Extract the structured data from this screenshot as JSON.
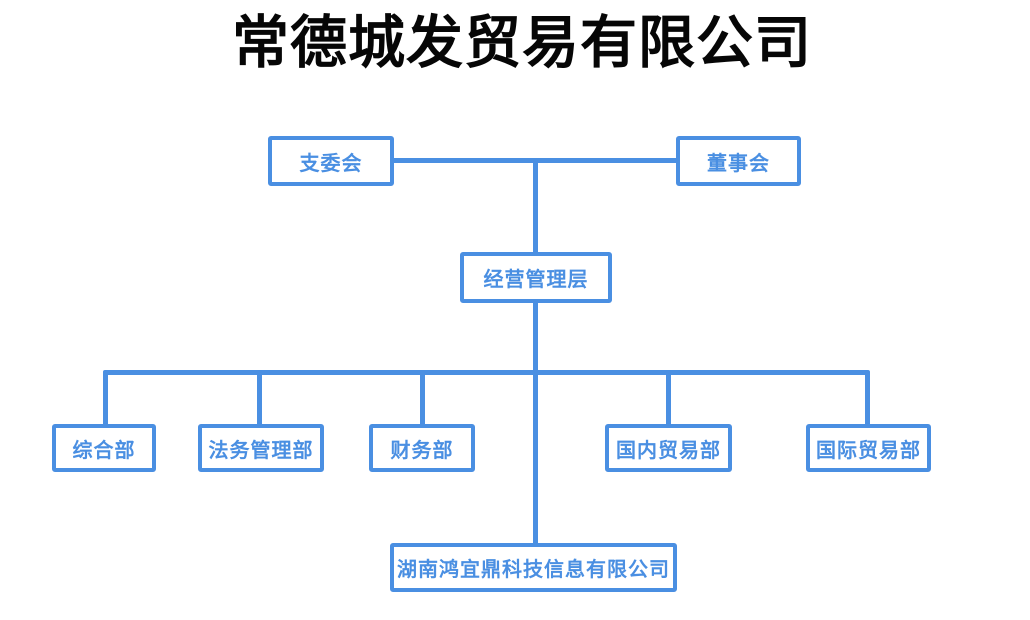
{
  "title": "常德城发贸易有限公司",
  "colors": {
    "line": "#4a8fe2",
    "node_border": "#4a8fe2",
    "node_text": "#4a8fe2",
    "node_fill": "#ffffff",
    "title_text": "#060606",
    "background": "#ffffff"
  },
  "org_chart": {
    "top_row": [
      {
        "label": "支委会"
      },
      {
        "label": "董事会"
      }
    ],
    "management": {
      "label": "经营管理层"
    },
    "departments": [
      {
        "label": "综合部"
      },
      {
        "label": "法务管理部"
      },
      {
        "label": "财务部"
      },
      {
        "label": "国内贸易部"
      },
      {
        "label": "国际贸易部"
      }
    ],
    "subsidiary": {
      "label": "湖南鸿宜鼎科技信息有限公司"
    }
  }
}
